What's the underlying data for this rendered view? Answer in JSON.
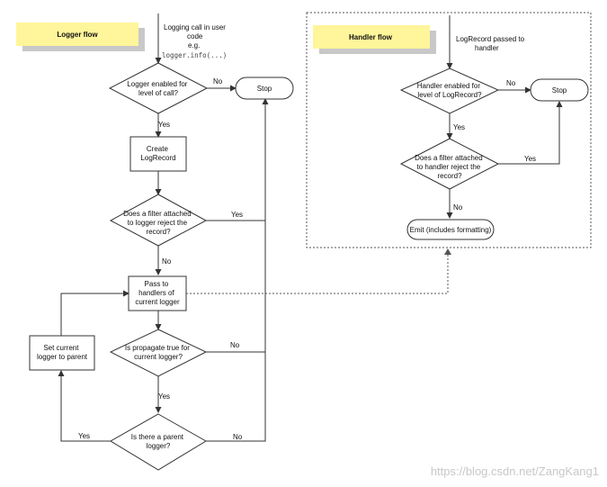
{
  "logger_flow": {
    "title": "Logger flow",
    "start_note": [
      "Logging call in user",
      "code",
      "e.g."
    ],
    "start_code": "logger.info(...)",
    "q_enabled": [
      "Logger enabled for",
      "level of call?"
    ],
    "stop": "Stop",
    "create": [
      "Create",
      "LogRecord"
    ],
    "q_filter": [
      "Does a filter attached",
      "to logger reject the",
      "record?"
    ],
    "pass": [
      "Pass to",
      "handlers of",
      "current logger"
    ],
    "q_propagate": [
      "Is propagate true for",
      "current logger?"
    ],
    "q_parent": [
      "Is there a parent",
      "logger?"
    ],
    "set_parent": [
      "Set current",
      "logger to parent"
    ]
  },
  "handler_flow": {
    "title": "Handler flow",
    "start_note": [
      "LogRecord passed to",
      "handler"
    ],
    "q_enabled": [
      "Handler enabled for",
      "level of LogRecord?"
    ],
    "stop": "Stop",
    "q_filter": [
      "Does a filter attached",
      "to handler reject the",
      "record?"
    ],
    "emit": "Emit (includes formatting)"
  },
  "labels": {
    "yes": "Yes",
    "no": "No"
  },
  "watermark": "https://blog.csdn.net/ZangKang1",
  "colors": {
    "title_fill": "#fff59a",
    "title_shadow": "#c8c8c8"
  }
}
